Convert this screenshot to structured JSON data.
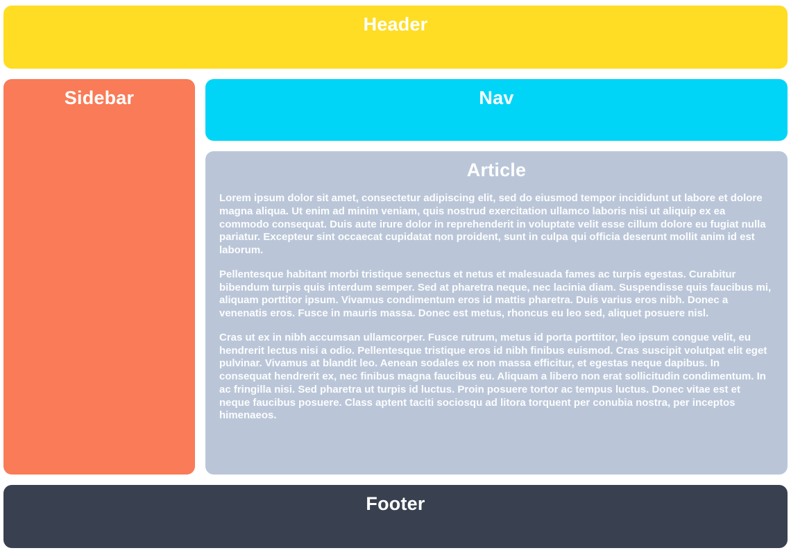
{
  "header": {
    "title": "Header"
  },
  "sidebar": {
    "title": "Sidebar"
  },
  "nav": {
    "title": "Nav"
  },
  "article": {
    "title": "Article",
    "paragraphs": [
      "Lorem ipsum dolor sit amet, consectetur adipiscing elit, sed do eiusmod tempor incididunt ut labore et dolore magna aliqua. Ut enim ad minim veniam, quis nostrud exercitation ullamco laboris nisi ut aliquip ex ea commodo consequat. Duis aute irure dolor in reprehenderit in voluptate velit esse cillum dolore eu fugiat nulla pariatur. Excepteur sint occaecat cupidatat non proident, sunt in culpa qui officia deserunt mollit anim id est laborum.",
      "Pellentesque habitant morbi tristique senectus et netus et malesuada fames ac turpis egestas. Curabitur bibendum turpis quis interdum semper. Sed at pharetra neque, nec lacinia diam. Suspendisse quis faucibus mi, aliquam porttitor ipsum. Vivamus condimentum eros id mattis pharetra. Duis varius eros nibh. Donec a venenatis eros. Fusce in mauris massa. Donec est metus, rhoncus eu leo sed, aliquet posuere nisl.",
      "Cras ut ex in nibh accumsan ullamcorper. Fusce rutrum, metus id porta porttitor, leo ipsum congue velit, eu hendrerit lectus nisi a odio. Pellentesque tristique eros id nibh finibus euismod. Cras suscipit volutpat elit eget pulvinar. Vivamus at blandit leo. Aenean sodales ex non massa efficitur, et egestas neque dapibus. In consequat hendrerit ex, nec finibus magna faucibus eu. Aliquam a libero non erat sollicitudin condimentum. In ac fringilla nisi. Sed pharetra ut turpis id luctus. Proin posuere tortor ac tempus luctus. Donec vitae est et neque faucibus posuere. Class aptent taciti sociosqu ad litora torquent per conubia nostra, per inceptos himenaeos."
    ]
  },
  "footer": {
    "title": "Footer"
  },
  "colors": {
    "header_bg": "#fedd24",
    "sidebar_bg": "#f97b57",
    "nav_bg": "#00d5f7",
    "article_bg": "#bac6d8",
    "footer_bg": "#394150",
    "title_color": "#ffffff",
    "body_text_color": "#fcfdfe"
  }
}
